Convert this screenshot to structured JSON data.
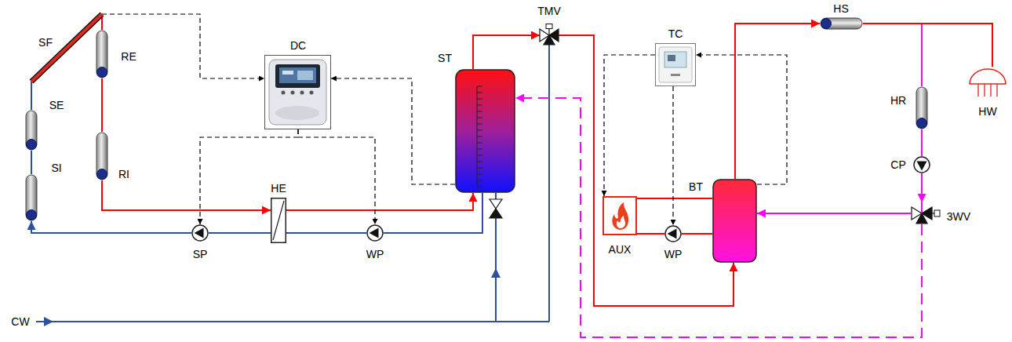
{
  "diagram": {
    "nodes": [
      {
        "text": [
          "SF"
        ]
      },
      {
        "text": [
          "RE"
        ]
      },
      {
        "text": [
          "SE"
        ]
      },
      {
        "text": [
          "RI"
        ]
      },
      {
        "text": [
          "SI"
        ]
      },
      {
        "text": [
          "DC"
        ]
      },
      {
        "text": [
          "ST"
        ]
      },
      {
        "text": [
          "TMV"
        ]
      },
      {
        "text": [
          "TC"
        ]
      },
      {
        "text": [
          "HS"
        ]
      },
      {
        "text": [
          "HW"
        ]
      },
      {
        "text": [
          "HR"
        ]
      },
      {
        "text": [
          "CP"
        ]
      },
      {
        "text": [
          "HE"
        ]
      },
      {
        "text": [
          "SP"
        ]
      },
      {
        "text": [
          "WP"
        ]
      },
      {
        "text": [
          "AUX"
        ]
      },
      {
        "text": [
          "WP"
        ]
      },
      {
        "text": [
          "BT"
        ]
      },
      {
        "text": [
          "3WV"
        ]
      }
    ],
    "edges": [
      {
        "from": 0,
        "to": 1,
        "arrow": "none"
      },
      {
        "from": 1,
        "to": 3,
        "arrow": "none"
      },
      {
        "from": 3,
        "to": 13,
        "arrow": "to"
      },
      {
        "from": 13,
        "to": 6,
        "arrow": "to"
      },
      {
        "from": 6,
        "to": 15,
        "arrow": "none"
      },
      {
        "from": 15,
        "to": 13,
        "arrow": "none"
      },
      {
        "from": 13,
        "to": 14,
        "arrow": "none"
      },
      {
        "from": 14,
        "to": 4,
        "arrow": "to"
      },
      {
        "from": 4,
        "to": 2,
        "arrow": "none"
      },
      {
        "from": 2,
        "to": 0,
        "arrow": "none"
      },
      {
        "from": 0,
        "to": 5,
        "arrow": "to"
      },
      {
        "from": 6,
        "to": 5,
        "arrow": "to"
      },
      {
        "from": 5,
        "to": 14,
        "arrow": "to"
      },
      {
        "from": 5,
        "to": 15,
        "arrow": "to"
      },
      {
        "from": 6,
        "to": 7,
        "arrow": "to"
      },
      {
        "from": 7,
        "to": 18,
        "arrow": "to"
      },
      {
        "from": 18,
        "to": 9,
        "arrow": "to"
      },
      {
        "from": 9,
        "to": 11,
        "arrow": "none"
      },
      {
        "from": 9,
        "to": 10,
        "arrow": "none"
      },
      {
        "from": 11,
        "to": 12,
        "arrow": "none"
      },
      {
        "from": 12,
        "to": 19,
        "arrow": "to"
      },
      {
        "from": 19,
        "to": 18,
        "arrow": "to"
      },
      {
        "from": 19,
        "to": 6,
        "arrow": "to"
      },
      {
        "from": 16,
        "to": 18,
        "arrow": "none"
      },
      {
        "from": 18,
        "to": 17,
        "arrow": "none"
      },
      {
        "from": 17,
        "to": 16,
        "arrow": "none"
      },
      {
        "from": 8,
        "to": 16,
        "arrow": "to"
      },
      {
        "from": 8,
        "to": 17,
        "arrow": "to"
      },
      {
        "from": 18,
        "to": 8,
        "arrow": "to"
      }
    ],
    "labels": [
      "CW"
    ]
  }
}
